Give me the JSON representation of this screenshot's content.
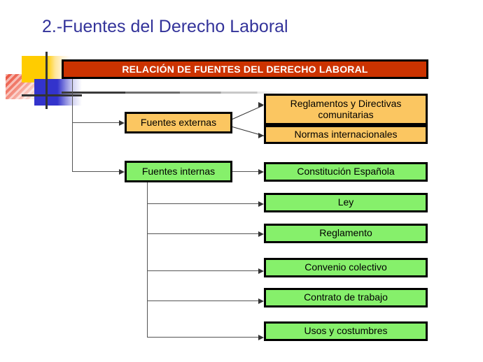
{
  "slide": {
    "title": "2.-Fuentes del Derecho Laboral",
    "title_color": "#33339a",
    "background": "#ffffff"
  },
  "header": {
    "label": "RELACIÓN DE FUENTES DEL DERECHO LABORAL",
    "fill": "#CC3300",
    "text_color": "#FFFFFF"
  },
  "colors": {
    "orange_fill": "#FBC661",
    "green_fill": "#86F06B",
    "border": "#000000",
    "connector": "#555555",
    "deco_yellow": "#FFCC00",
    "deco_blue": "#3333CC",
    "deco_red": "#E8503C"
  },
  "branches": {
    "external": {
      "label": "Fuentes externas",
      "fill": "#FBC661",
      "children": [
        {
          "label": "Reglamentos  y Directivas comunitarias",
          "fill": "#FBC661"
        },
        {
          "label": "Normas internacionales",
          "fill": "#FBC661"
        }
      ]
    },
    "internal": {
      "label": "Fuentes internas",
      "fill": "#86F06B",
      "children": [
        {
          "label": "Constitución Española",
          "fill": "#86F06B"
        },
        {
          "label": "Ley",
          "fill": "#86F06B"
        },
        {
          "label": "Reglamento",
          "fill": "#86F06B"
        },
        {
          "label": "Convenio colectivo",
          "fill": "#86F06B"
        },
        {
          "label": "Contrato de trabajo",
          "fill": "#86F06B"
        },
        {
          "label": "Usos y costumbres",
          "fill": "#86F06B"
        }
      ]
    }
  }
}
